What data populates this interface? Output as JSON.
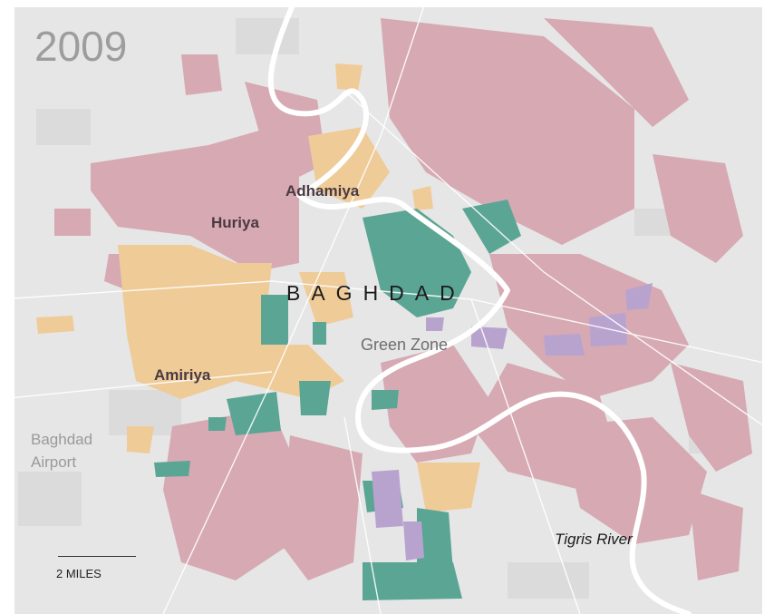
{
  "year": "2009",
  "city_label": "BAGHDAD",
  "neighborhoods": {
    "adhamiya": "Adhamiya",
    "huriya": "Huriya",
    "amiriya": "Amiriya"
  },
  "places": {
    "green_zone": "Green Zone",
    "airport_line1": "Baghdad",
    "airport_line2": "Airport",
    "river": "Tigris River"
  },
  "scale_bar": {
    "label": "2 MILES",
    "distance_miles": 2
  },
  "legend_colors": {
    "shia": "#d6a9b3",
    "sunni": "#efcb98",
    "mixed": "#5ba594",
    "christian": "#b8a3cf",
    "base_map": "#e6e6e6",
    "river": "#ffffff"
  }
}
